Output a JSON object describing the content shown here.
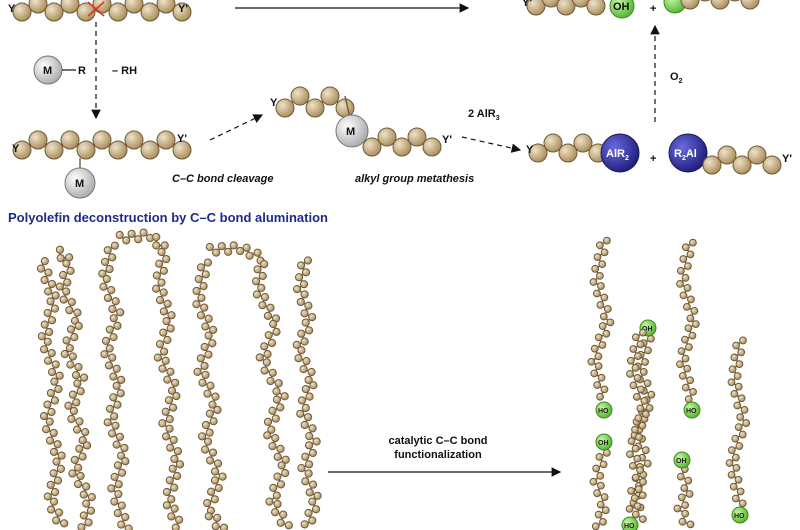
{
  "top_scheme": {
    "reagent_label": "– RH",
    "metal_label": "M",
    "r_label": "R",
    "y_label": "Y",
    "y_prime_label": "Y'",
    "step1_label": "C–C bond cleavage",
    "step2_label": "alkyl group metathesis",
    "reagent2_label": "2 AlR",
    "reagent2_sub": "3",
    "oxidant_label": "O",
    "oxidant_sub": "2",
    "alr2_label": "AlR",
    "alr2_sub": "2",
    "r2al_label_r": "R",
    "r2al_sub": "2",
    "r2al_label_al": "Al",
    "oh_label": "OH",
    "plus_label": "+"
  },
  "section_heading": "Polyolefin deconstruction by C–C bond alumination",
  "bottom_scheme": {
    "arrow_label_line1": "catalytic C–C bond",
    "arrow_label_line2": "functionalization",
    "oh_label": "OH",
    "ho_label": "HO"
  },
  "colors": {
    "bead": "#c9b28a",
    "bead_edge": "#6f5a38",
    "metal": "#d8d8d8",
    "aluminum": "#3a3aa8",
    "hydroxyl": "#7ed957",
    "heading": "#1d2a8a"
  }
}
